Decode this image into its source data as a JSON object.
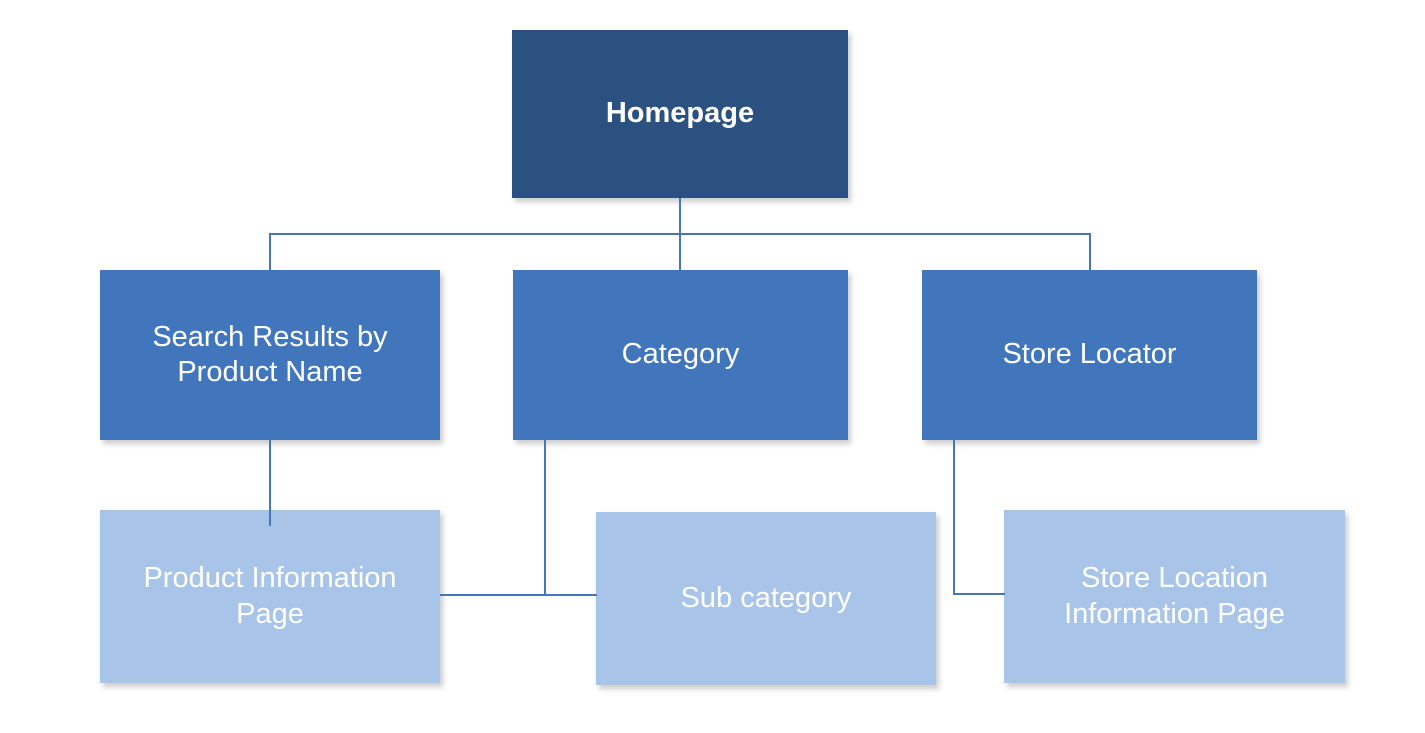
{
  "diagram": {
    "kind": "site-hierarchy-flowchart",
    "nodes": {
      "homepage": {
        "label": "Homepage",
        "level": 1
      },
      "search_results": {
        "label": "Search Results by Product Name",
        "level": 2
      },
      "category": {
        "label": "Category",
        "level": 2
      },
      "store_locator": {
        "label": "Store Locator",
        "level": 2
      },
      "product_info": {
        "label": "Product Information Page",
        "level": 3
      },
      "sub_category": {
        "label": "Sub category",
        "level": 3
      },
      "store_location_info": {
        "label": "Store Location Information Page",
        "level": 3
      }
    },
    "edges": [
      {
        "from": "Homepage",
        "to": "Search Results by Product Name"
      },
      {
        "from": "Homepage",
        "to": "Category"
      },
      {
        "from": "Homepage",
        "to": "Store Locator"
      },
      {
        "from": "Search Results by Product Name",
        "to": "Product Information Page"
      },
      {
        "from": "Category",
        "to": "Product Information Page"
      },
      {
        "from": "Category",
        "to": "Sub category"
      },
      {
        "from": "Store Locator",
        "to": "Store Location Information Page"
      }
    ],
    "colors": {
      "level1_fill": "#2B5180",
      "level2_fill": "#4176BC",
      "level3_fill": "#A8C5E9",
      "connector": "#4577B4",
      "text": "#FFFFFF",
      "background": "#FFFFFF"
    }
  }
}
